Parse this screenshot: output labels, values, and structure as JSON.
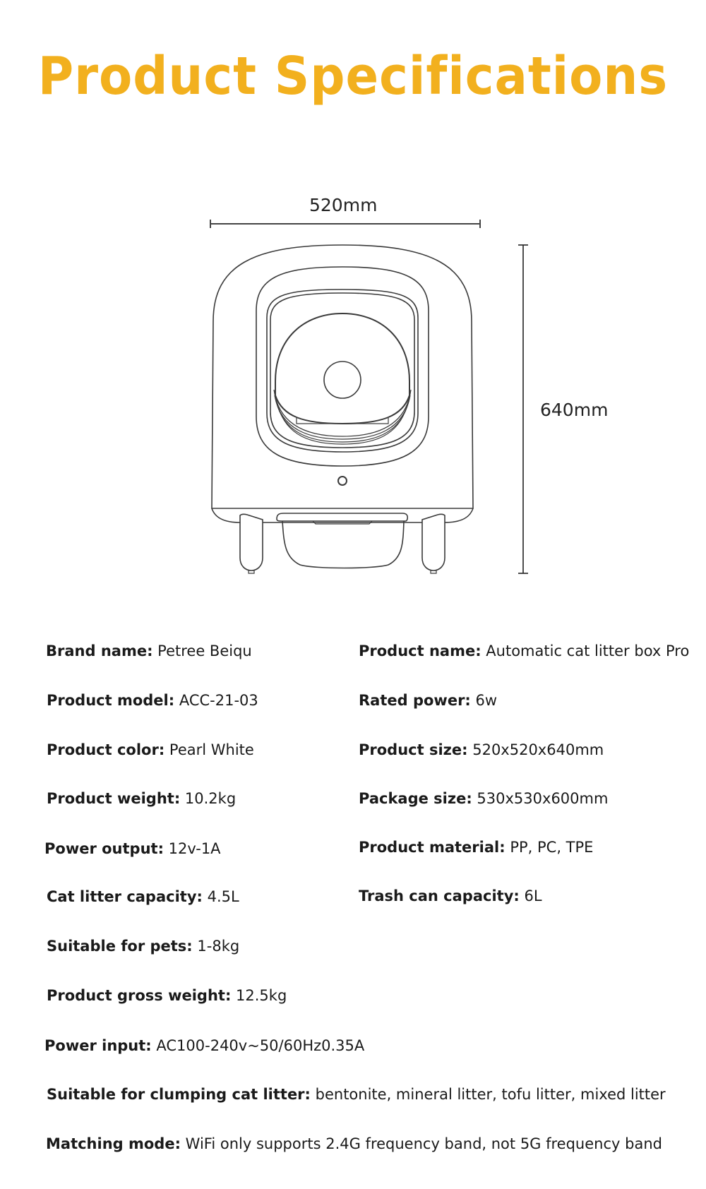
{
  "page": {
    "title": "Product Specifications",
    "accent_color": "#F2B01E"
  },
  "dimensions": {
    "width_label": "520mm",
    "height_label": "640mm"
  },
  "specs": {
    "left_column": [
      {
        "key": "Brand name:",
        "value": "Petree Beiqu"
      },
      {
        "key": "Product model:",
        "value": "ACC-21-03"
      },
      {
        "key": "Product color:",
        "value": "Pearl White"
      },
      {
        "key": "Product weight:",
        "value": "10.2kg"
      },
      {
        "key": "Power output:",
        "value": "12v-1A"
      },
      {
        "key": "Cat litter capacity:",
        "value": "4.5L"
      }
    ],
    "right_column": [
      {
        "key": "Product name:",
        "value": "Automatic cat litter box Pro"
      },
      {
        "key": "Rated power:",
        "value": "6w"
      },
      {
        "key": "Product size:",
        "value": "520x520x640mm"
      },
      {
        "key": "Package size:",
        "value": "530x530x600mm"
      },
      {
        "key": "Product material:",
        "value": "PP, PC, TPE"
      },
      {
        "key": "Trash can capacity:",
        "value": "6L"
      }
    ],
    "full_width": [
      {
        "key": "Suitable for pets:",
        "value": "1-8kg"
      },
      {
        "key": "Product gross weight:",
        "value": "12.5kg"
      },
      {
        "key": "Power input:",
        "value": "AC100-240v~50/60Hz0.35A"
      },
      {
        "key": "Suitable for clumping cat litter:",
        "value": "bentonite, mineral litter, tofu litter, mixed litter"
      },
      {
        "key": "Matching mode:",
        "value": "WiFi only supports 2.4G frequency band, not 5G frequency band"
      }
    ]
  }
}
